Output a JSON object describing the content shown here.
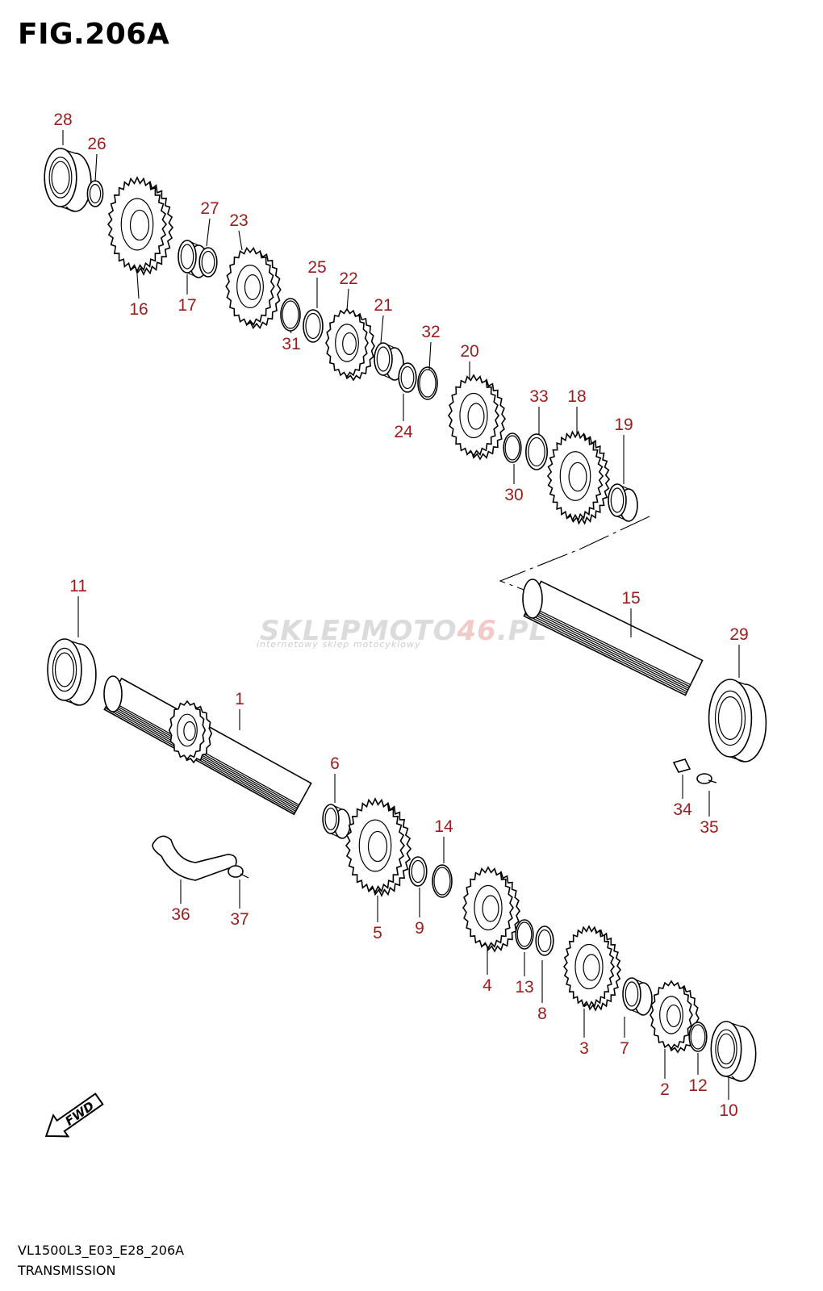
{
  "figure": {
    "title": "FIG.206A",
    "model_code": "VL1500L3_E03_E28_206A",
    "caption": "TRANSMISSION"
  },
  "watermark": {
    "brand_a": "SKLEP",
    "brand_b": "MOTO",
    "brand_c": "46",
    "brand_d": ".PL",
    "tagline": "internetowy sklep motocyklowy"
  },
  "fwd_label": "FWD",
  "callouts": [
    "1",
    "2",
    "3",
    "4",
    "5",
    "6",
    "7",
    "8",
    "9",
    "10",
    "11",
    "12",
    "13",
    "14",
    "15",
    "16",
    "17",
    "18",
    "19",
    "20",
    "21",
    "22",
    "23",
    "24",
    "25",
    "26",
    "27",
    "28",
    "29",
    "30",
    "31",
    "32",
    "33",
    "34",
    "35",
    "36",
    "37"
  ],
  "colors": {
    "callout": "#9c1c1c",
    "line": "#000000"
  },
  "icons": [
    "fwd-arrow-icon"
  ]
}
